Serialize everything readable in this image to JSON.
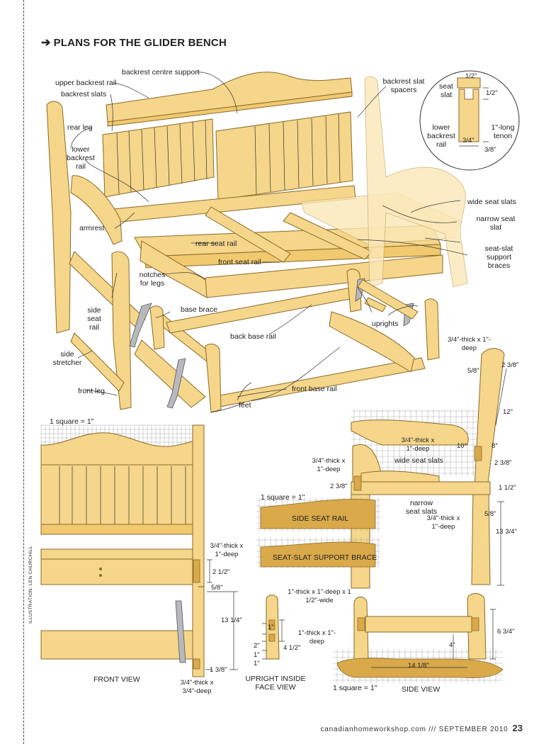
{
  "title": "PLANS FOR THE GLIDER BENCH",
  "credit": "ILLUSTRATION: LEN CHURCHILL",
  "footer": {
    "site": "canadianhomeworkshop.com /// SEPTEMBER 2010",
    "page": "23"
  },
  "labels": {
    "backrest_centre_support": "backrest centre support",
    "upper_backrest_rail": "upper backrest rail",
    "backrest_slats": "backrest slats",
    "backrest_slat_spacers": "backrest slat spacers",
    "rear_leg": "rear leg",
    "lower_backrest_rail": "lower backrest rail",
    "armrest": "armrest",
    "rear_seat_rail": "rear seat rail",
    "front_seat_rail": "front seat rail",
    "notches_for_legs": "notches for legs",
    "wide_seat_slats": "wide seat slats",
    "narrow_seat_slat": "narrow seat slat",
    "seat_slat_support_braces": "seat-slat support braces",
    "side_seat_rail": "side seat rail",
    "base_brace": "base brace",
    "back_base_rail": "back base rail",
    "uprights": "uprights",
    "side_stretcher": "side stretcher",
    "front_leg": "front leg",
    "front_base_rail": "front base rail",
    "feet": "feet"
  },
  "inset": {
    "seat": "seat",
    "slat": "slat",
    "lower_backrest_rail": "lower backrest rail",
    "tenon": "1\"-long tenon",
    "d_top": "1/2\"",
    "d_mid": "1/2\"",
    "d_w": "3/4\"",
    "d_b": "3/8\""
  },
  "front_view": {
    "scale": "1 square = 1\"",
    "mortise_top": "3/4\"-thick x 1\"-deep",
    "d_2_1_2": "2 1/2\"",
    "d_5_8": "5/8\"",
    "d_13_1_4": "13 1/4\"",
    "d_1_3_8": "1 3/8\"",
    "mortise_bottom": "3/4\"-thick x 3/4\"-deep",
    "caption": "FRONT VIEW"
  },
  "side_view": {
    "mortise_upper": "3/4\"-thick x 1\"-deep",
    "d_2_3_8a": "2 3/8\"",
    "d_5_8": "5/8\"",
    "d_12": "12\"",
    "angle_10": "10°",
    "angle_8": "8°",
    "mortise_arm": "3/4\"-thick x 1\"-deep",
    "d_2_3_8b": "2 3/8\"",
    "mortise_front": "3/4\"-thick x 1\"-deep",
    "wide_seat_slats": "wide seat slats",
    "d_2_3_8c": "2 3/8\"",
    "d_1_1_2": "1 1/2\"",
    "narrow_seat_slats": "narrow seat slats",
    "mortise_low": "3/4\"-thick x 1\"-deep",
    "d_5_8b": "5/8\"",
    "d_13_3_4": "13 3/4\"",
    "scale": "1 square = 1\"",
    "side_seat_rail": "SIDE SEAT RAIL",
    "support_brace": "SEAT-SLAT SUPPORT BRACE",
    "mortise_base": "1\"-thick x 1\"-deep x 1 1/2\"-wide",
    "mortise_base2": "1\"-thick x 1\"-deep",
    "d_1": "1\"",
    "d_2": "2\"",
    "d_1b": "1\"",
    "d_1c": "1\"",
    "d_4_1_2": "4 1/2\"",
    "upright_caption": "UPRIGHT INSIDE FACE VIEW",
    "d_6_3_4": "6 3/4\"",
    "d_4": "4\"",
    "d_14_1_8": "14 1/8\"",
    "scale2": "1 square = 1\"",
    "caption": "SIDE VIEW"
  }
}
